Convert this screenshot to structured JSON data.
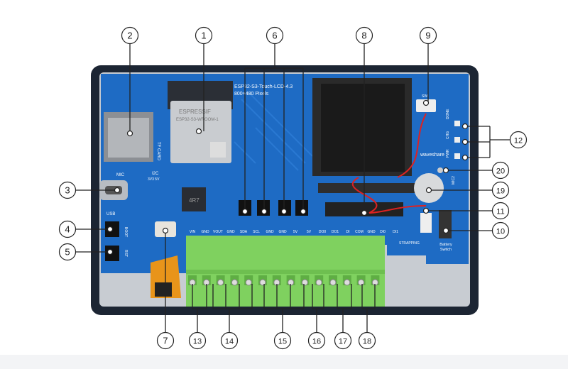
{
  "board": {
    "title_line1": "ESP32-S3-Touch-LCD-4.3",
    "title_line2": "800×480 Pixels",
    "module_brand": "ESPRESSIF",
    "module_model": "ESP32-S3-WROOM-1",
    "tf_card": "TF CARD",
    "mic": "MIC",
    "usb": "USB",
    "boot": "BOOT",
    "rst": "RST",
    "i2c": "I2C",
    "i2c_voltage": "3V3  5V",
    "inductor": "4R7",
    "brand": "waveshare",
    "strapping": "STRAPPING",
    "led_done": "DONE",
    "led_chg": "CHG",
    "led_pwr": "PWR",
    "mic2": "MIC2",
    "sw_label": "SW",
    "battery_switch_1": "Battery",
    "battery_switch_2": "Switch",
    "pin_labels": [
      "VIN",
      "GND",
      "VOUT",
      "GND",
      "SDA",
      "SCL",
      "GND",
      "GND",
      "5V",
      "5V",
      "DO0",
      "DO1",
      "DI",
      "COM",
      "GND",
      "DI0",
      "DI1"
    ]
  },
  "callouts": [
    "1",
    "2",
    "3",
    "4",
    "5",
    "6",
    "7",
    "8",
    "9",
    "10",
    "11",
    "12",
    "13",
    "14",
    "15",
    "16",
    "17",
    "18",
    "19",
    "20"
  ],
  "colors": {
    "pcb": "#1e6bc4",
    "frame": "#1c2533",
    "terminal": "#7fd15f",
    "line": "#222222"
  }
}
